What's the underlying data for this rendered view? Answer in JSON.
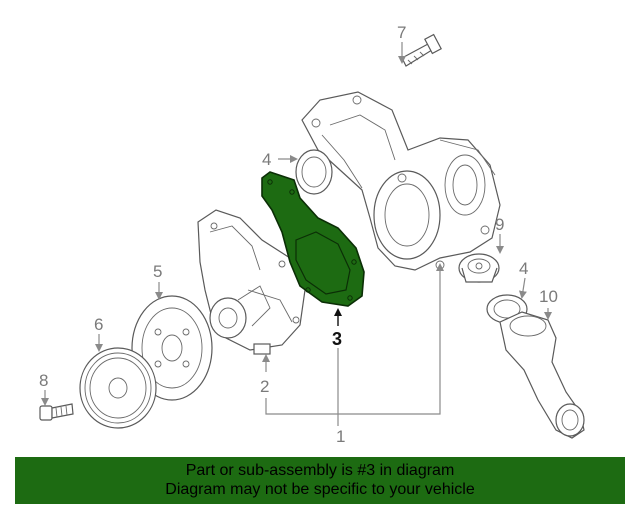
{
  "colors": {
    "highlight_part": "#1d6b12",
    "banner": "#1d6b12",
    "outline": "#5a5a5a",
    "callout_gray": "#7a7a7a"
  },
  "callouts": {
    "c1": "1",
    "c2": "2",
    "c3": "3",
    "c4a": "4",
    "c4b": "4",
    "c5": "5",
    "c6": "6",
    "c7": "7",
    "c8": "8",
    "c9": "9",
    "c10": "10"
  },
  "banner": {
    "line1": "Part or sub-assembly is #3 in diagram",
    "line2": "Diagram may not be specific to your vehicle"
  }
}
